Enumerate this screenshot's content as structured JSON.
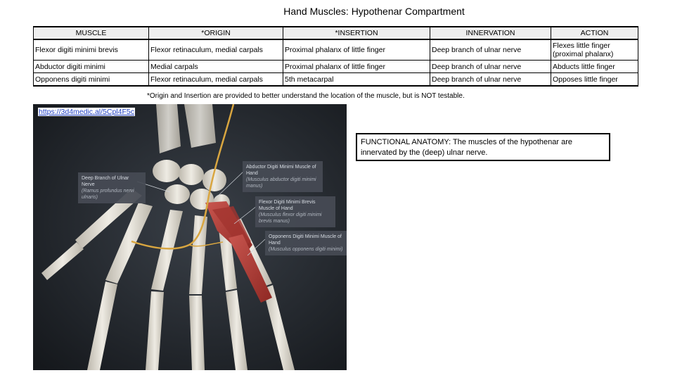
{
  "title": "Hand Muscles: Hypothenar Compartment",
  "table": {
    "headers": [
      "MUSCLE",
      "*ORIGIN",
      "*INSERTION",
      "INNERVATION",
      "ACTION"
    ],
    "rows": [
      [
        "Flexor digiti minimi brevis",
        "Flexor retinaculum, medial carpals",
        "Proximal phalanx of little finger",
        "Deep branch of ulnar nerve",
        "Flexes little finger (proximal phalanx)"
      ],
      [
        "Abductor digiti minimi",
        "Medial carpals",
        "Proximal phalanx of little finger",
        "Deep branch of ulnar nerve",
        "Abducts little finger"
      ],
      [
        "Opponens digiti minimi",
        "Flexor retinaculum, medial carpals",
        "5th metacarpal",
        "Deep branch of ulnar nerve",
        "Opposes little finger"
      ]
    ]
  },
  "footnote": "*Origin and Insertion are provided to better understand the location of the muscle, but is NOT testable.",
  "link_text": "https://3d4medic.al/5Cpl4F5c",
  "image": {
    "callouts": [
      {
        "title": "Deep Branch of Ulnar Nerve",
        "sub": "(Ramus profundus nervi ulnaris)"
      },
      {
        "title": "Abductor Digiti Minimi Muscle of Hand",
        "sub": "(Musculus abductor digiti minimi manus)"
      },
      {
        "title": "Flexor Digiti Minimi Brevis Muscle of Hand",
        "sub": "(Musculus flexor digiti minimi brevis manus)"
      },
      {
        "title": "Opponens Digiti Minimi Muscle of Hand",
        "sub": "(Musculus opponens digiti minimi)"
      }
    ]
  },
  "functional_anatomy": "FUNCTIONAL ANATOMY: The muscles of the hypothenar are innervated by the (deep) ulnar nerve.",
  "colors": {
    "image_bg": "#1b1f24",
    "bone": "#e6e2d8",
    "muscle": "#b33a35",
    "nerve": "#d9a640",
    "link": "#1f3fc4"
  }
}
